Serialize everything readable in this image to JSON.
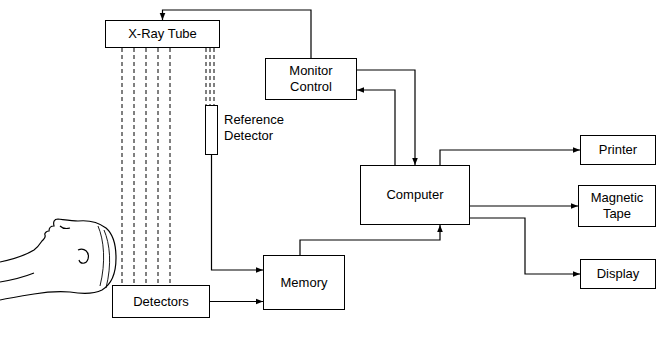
{
  "diagram": {
    "nodes": [
      {
        "text": [
          "X-Ray Tube"
        ]
      },
      {
        "text": [
          "Monitor Control"
        ]
      },
      {
        "text": [
          "Reference Detector"
        ]
      },
      {
        "text": [
          "Computer"
        ]
      },
      {
        "text": [
          "Printer"
        ]
      },
      {
        "text": [
          "Magnetic Tape"
        ]
      },
      {
        "text": [
          "Display"
        ]
      },
      {
        "text": [
          "Detectors"
        ]
      },
      {
        "text": [
          "Memory"
        ]
      }
    ],
    "edges": [
      {
        "from": 1,
        "to": 0,
        "arrow": "to"
      },
      {
        "from": 1,
        "to": 3,
        "arrow": "to"
      },
      {
        "from": 3,
        "to": 1,
        "arrow": "to"
      },
      {
        "from": 3,
        "to": 4,
        "arrow": "to"
      },
      {
        "from": 3,
        "to": 5,
        "arrow": "to"
      },
      {
        "from": 3,
        "to": 6,
        "arrow": "to"
      },
      {
        "from": 2,
        "to": 8,
        "arrow": "to"
      },
      {
        "from": 7,
        "to": 8,
        "arrow": "to"
      },
      {
        "from": 8,
        "to": 3,
        "arrow": "to"
      }
    ]
  }
}
